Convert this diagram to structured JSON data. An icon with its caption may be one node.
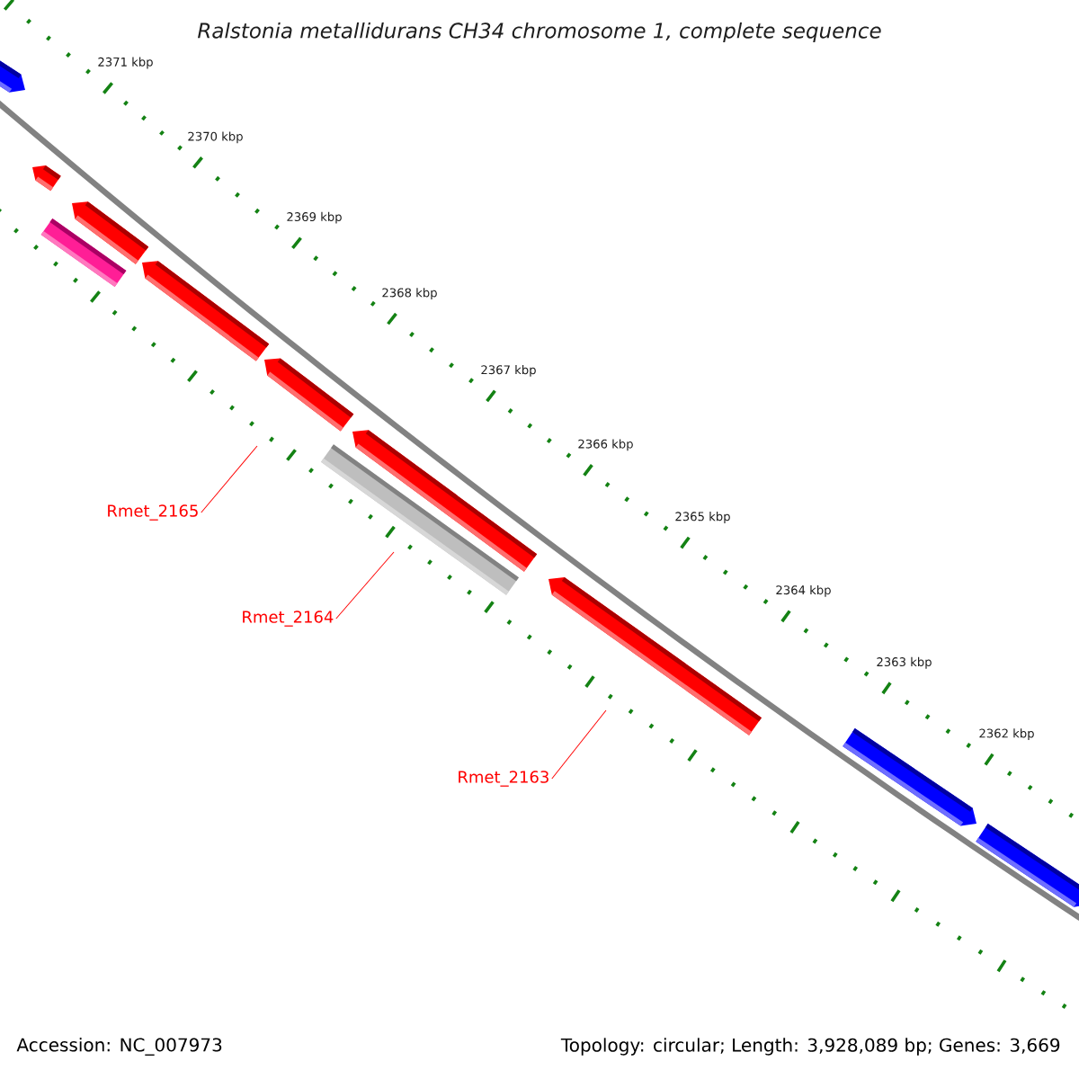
{
  "diagram": {
    "title": "Ralstonia metallidurans CH34 chromosome 1, complete sequence",
    "nodes": [
      {
        "text": [
          "Rmet_2165"
        ]
      },
      {
        "text": [
          "Rmet_2164"
        ]
      },
      {
        "text": [
          "Rmet_2163"
        ]
      }
    ],
    "edges": [
      {
        "from": 0,
        "to": null,
        "arrow": "none"
      },
      {
        "from": 1,
        "to": null,
        "arrow": "none"
      },
      {
        "from": 2,
        "to": null,
        "arrow": "none"
      }
    ],
    "labels": [
      "2371 kbp",
      "2370 kbp",
      "2369 kbp",
      "2368 kbp",
      "2367 kbp",
      "2366 kbp",
      "2365 kbp",
      "2364 kbp",
      "2363 kbp",
      "2362 kbp",
      "Accession: NC_007973",
      "Topology: circular; Length: 3,928,089 bp; Genes: 3,669"
    ]
  }
}
